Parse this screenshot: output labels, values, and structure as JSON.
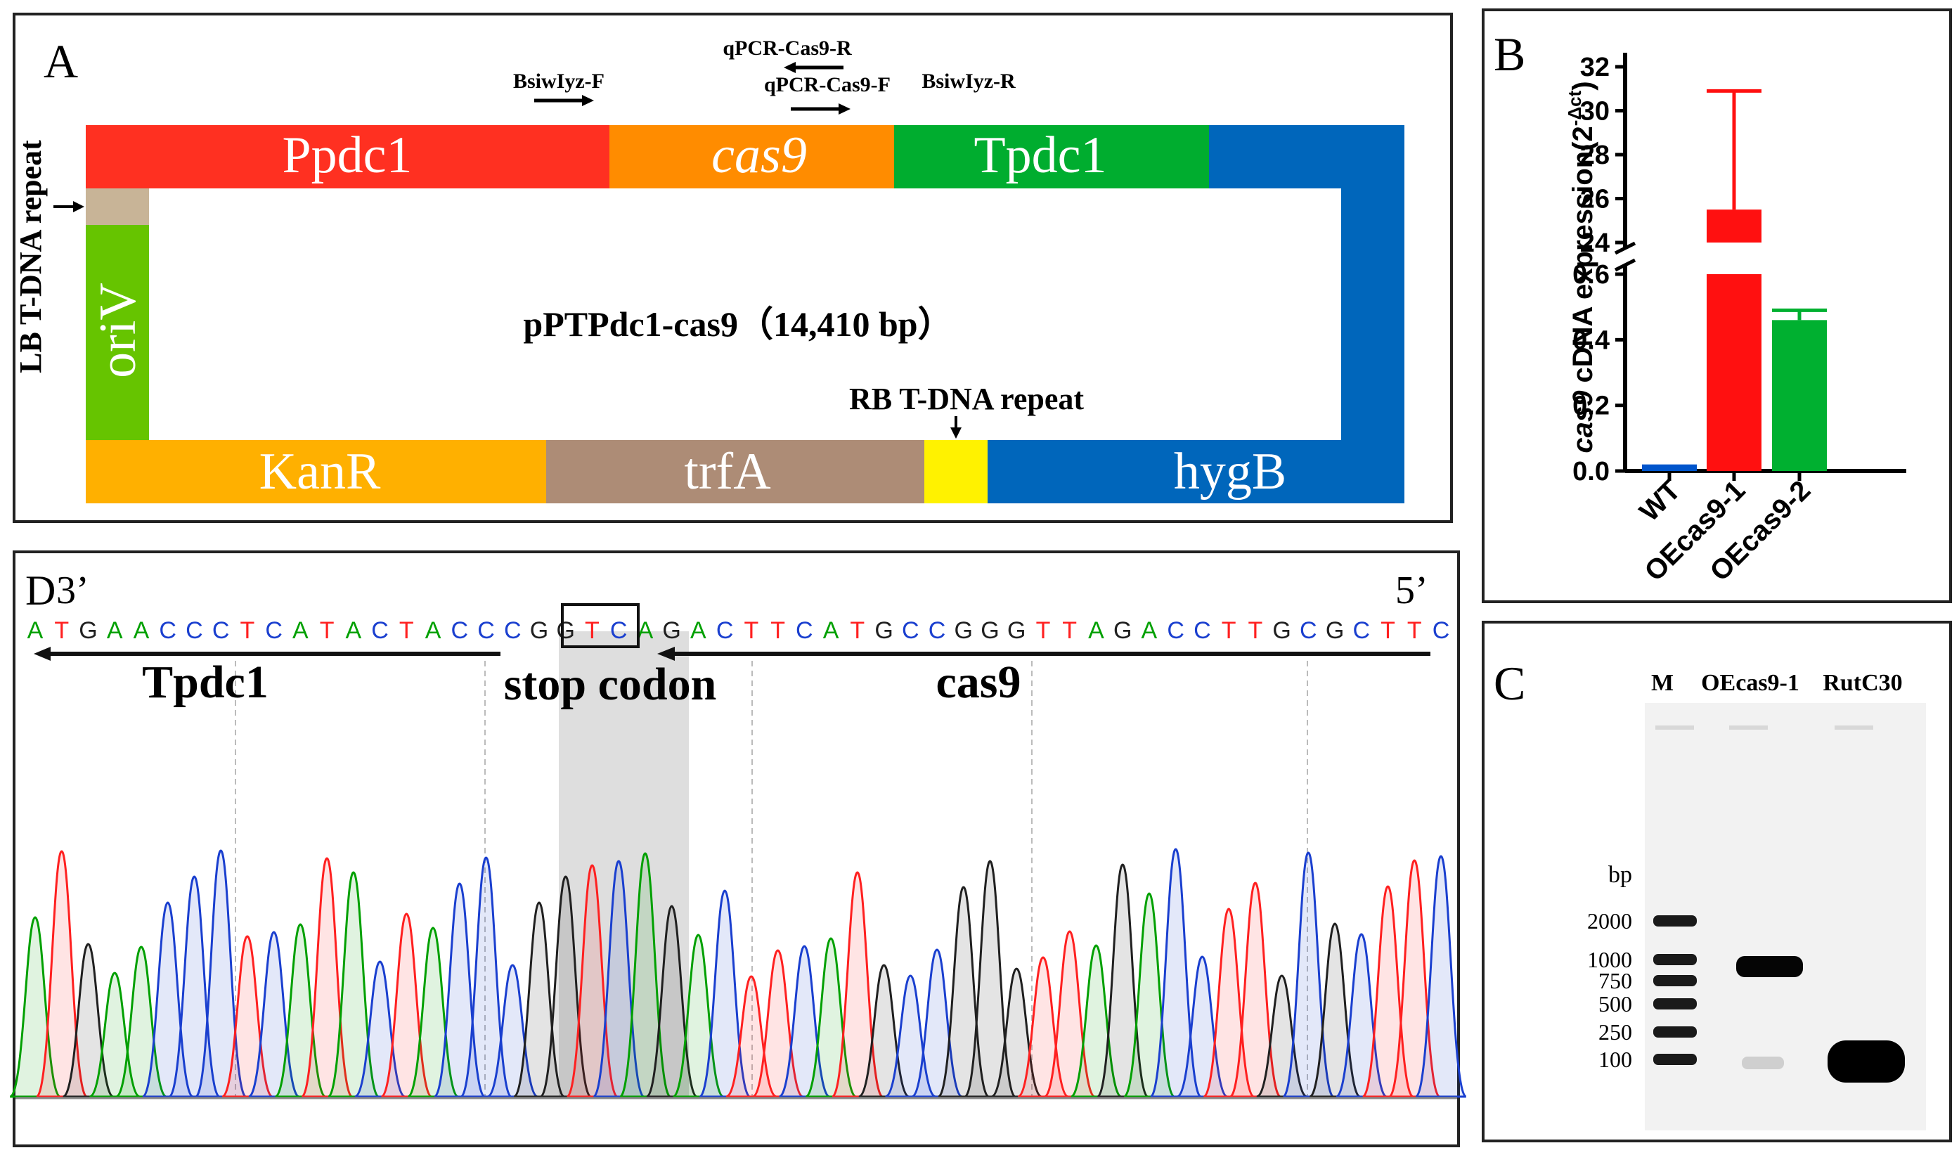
{
  "panelA": {
    "letter": "A",
    "plasmid_name": "pPTPdc1-cas9（14,410  bp）",
    "lb_label": "LB T-DNA repeat",
    "rb_label": "RB T-DNA repeat",
    "segments": {
      "ppdc1": "Ppdc1",
      "cas9": "cas9",
      "tpdc1": "Tpdc1",
      "kanr": "KanR",
      "trfa": "trfA",
      "hygb": "hygB",
      "oriv": "oriV"
    },
    "primers": {
      "bsiw_f": "BsiwIyz-F",
      "bsiw_r": "BsiwIyz-R",
      "qpcr_r": "qPCR-Cas9-R",
      "qpcr_f": "qPCR-Cas9-F"
    },
    "colors": {
      "red": "#ff3021",
      "orange": "#ff8c00",
      "green": "#00ad2f",
      "blue": "#0066bb",
      "kan": "#ffb000",
      "trfa": "#ad8c76",
      "yellow": "#fff200",
      "oriv": "#66c400",
      "lb": "#c8b497"
    }
  },
  "panelB": {
    "letter": "B",
    "chart_data": {
      "type": "bar",
      "categories": [
        "WT",
        "OEcas9-1",
        "OEcas9-2"
      ],
      "values": [
        0.02,
        25.5,
        0.46
      ],
      "errors": [
        0.0,
        5.4,
        0.03
      ],
      "colors": [
        "#0055cc",
        "#ff1010",
        "#00b030"
      ],
      "ylabel_italic": "cas9",
      "ylabel_rest": " cDNA expression(2",
      "ylabel_sup": "-Δct",
      "ylabel_end": ")",
      "y_broken_axis": true,
      "lower_ylim": [
        0,
        0.6
      ],
      "upper_ylim": [
        24,
        32
      ],
      "lower_ticks": [
        "0.0",
        "0.2",
        "0.4",
        "0.6"
      ],
      "upper_ticks": [
        "24",
        "26",
        "28",
        "30",
        "32"
      ]
    }
  },
  "panelC": {
    "letter": "C",
    "lanes": [
      "M",
      "OEcas9-1",
      "RutC30"
    ],
    "unit": "bp",
    "ladder": [
      "2000",
      "1000",
      "750",
      "500",
      "250",
      "100"
    ]
  },
  "panelD": {
    "letter": "D",
    "end_left": "3’",
    "end_right": "5’",
    "sequence": "ATGAACCCTCATACTACCCGGTCAGACTTCATGCCGGGTTAGACCTTGCGCTTC",
    "label_tpdc1": "Tpdc1",
    "label_stop": "stop codon",
    "label_cas9": "cas9",
    "base_colors": {
      "A": "#00a000",
      "C": "#1a3fcf",
      "G": "#202020",
      "T": "#ff2020"
    }
  }
}
